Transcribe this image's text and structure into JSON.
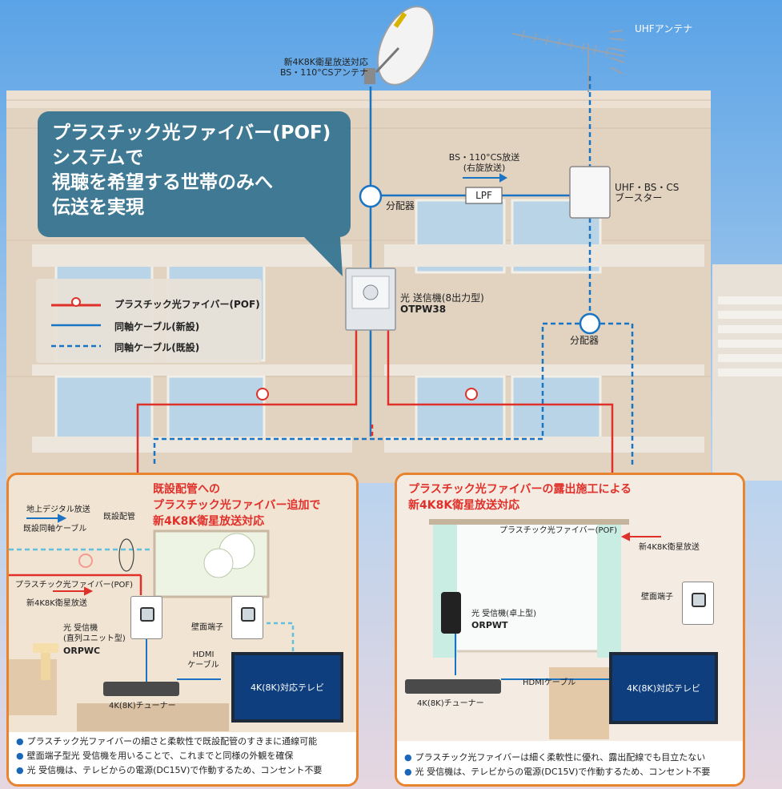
{
  "callout": {
    "text": "プラスチック光ファイバー(POF)\nシステムで\n視聴を希望する世帯のみへ\n伝送を実現"
  },
  "labels": {
    "bs_antenna": "新4K8K衛星放送対応\nBS・110°CSアンテナ",
    "uhf_antenna": "UHFアンテナ",
    "bs_broadcast": "BS・110°CS放送\n(右旋放送)",
    "splitter_top": "分配器",
    "lpf": "LPF",
    "booster": "UHF・BS・CS\nブースター",
    "transmitter": "光 送信機(8出力型)",
    "transmitter_model": "OTPW38",
    "splitter_right": "分配器"
  },
  "legend": {
    "pof": "プラスチック光ファイバー(POF)",
    "coax_new": "同軸ケーブル(新設)",
    "coax_existing": "同軸ケーブル(既設)"
  },
  "left_panel": {
    "title": "既設配管への\nプラスチック光ファイバー追加で\n新4K8K衛星放送対応",
    "terrestrial": "地上デジタル放送",
    "existing_coax": "既設同軸ケーブル",
    "existing_conduit": "既設配管",
    "pof": "プラスチック光ファイバー(POF)",
    "broadcast_4k8k": "新4K8K衛星放送",
    "receiver": "光 受信機\n(直列ユニット型)",
    "receiver_model": "ORPWC",
    "wall_outlet": "壁面端子",
    "hdmi": "HDMI\nケーブル",
    "tv": "4K(8K)対応テレビ",
    "tuner": "4K(8K)チューナー",
    "bullets": [
      "プラスチック光ファイバーの細さと柔軟性で既設配管のすきまに通線可能",
      "壁面端子型光 受信機を用いることで、これまでと同様の外観を確保",
      "光 受信機は、テレビからの電源(DC15V)で作動するため、コンセント不要"
    ]
  },
  "right_panel": {
    "title": "プラスチック光ファイバーの露出施工による\n新4K8K衛星放送対応",
    "pof": "プラスチック光ファイバー(POF)",
    "broadcast_4k8k": "新4K8K衛星放送",
    "wall_outlet": "壁面端子",
    "receiver": "光 受信機(卓上型)",
    "receiver_model": "ORPWT",
    "hdmi": "HDMIケーブル",
    "tv": "4K(8K)対応テレビ",
    "tuner": "4K(8K)チューナー",
    "bullets": [
      "プラスチック光ファイバーは細く柔軟性に優れ、露出配線でも目立たない",
      "光 受信機は、テレビからの電源(DC15V)で作動するため、コンセント不要"
    ]
  },
  "colors": {
    "pof": "#e0302a",
    "coax": "#1a74c4",
    "accent": "#e8832e",
    "callout": "#286c8c"
  }
}
